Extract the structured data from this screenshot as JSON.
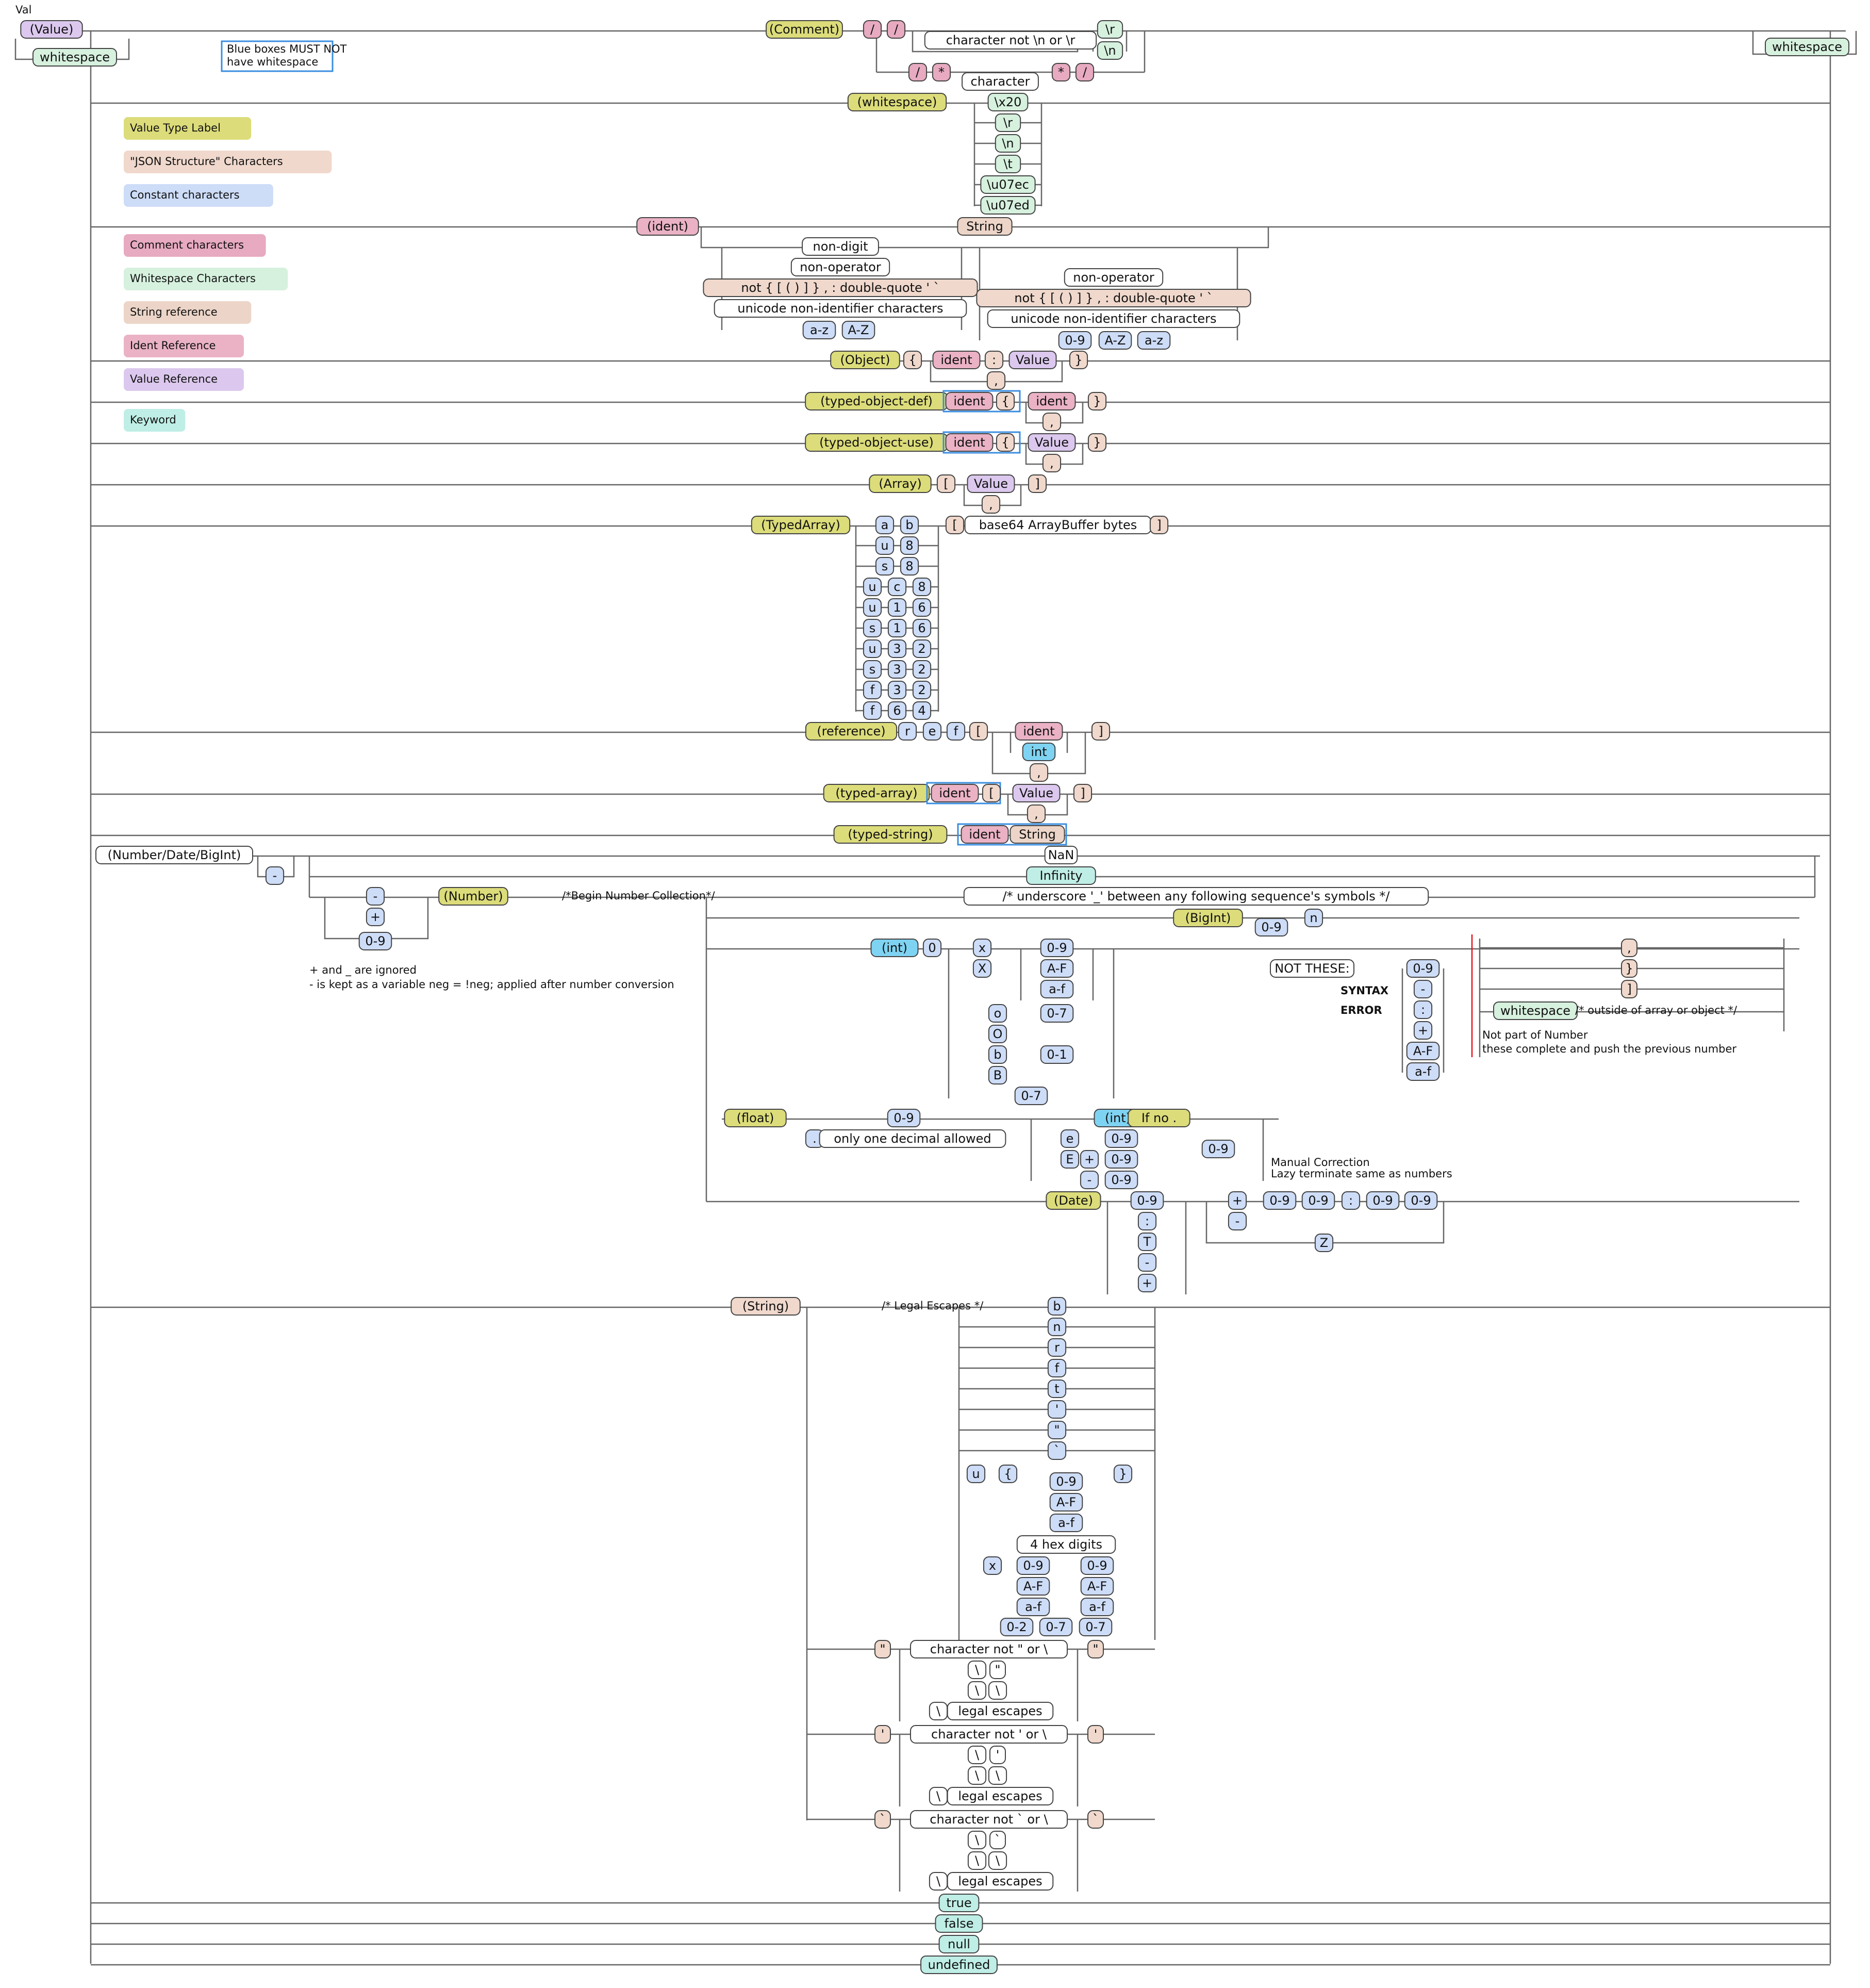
{
  "page_title": "Val",
  "note_blue_boxes": [
    "Blue boxes MUST NOT",
    "have whitespace"
  ],
  "colors": {
    "label": "#dcdc7a",
    "structure": "#f0d8cc",
    "constant": "#cddcf7",
    "comment": "#e7aac0",
    "whitespace": "#d6f1de",
    "string_ref": "#ecd5c8",
    "ident_ref": "#eab2c4",
    "value_ref": "#dcc8ee",
    "keyword": "#bfeee6",
    "plain": "#ffffff",
    "int": "#7fd3f2",
    "blue_outline": "#3a8ee0",
    "error": "#e0101a"
  },
  "legend": [
    {
      "label": "Value Type Label",
      "kind": "label"
    },
    {
      "label": "\"JSON Structure\" Characters",
      "kind": "structure"
    },
    {
      "label": "Constant characters",
      "kind": "constant"
    },
    {
      "label": "Comment characters",
      "kind": "comment"
    },
    {
      "label": "Whitespace Characters",
      "kind": "whitespace"
    },
    {
      "label": "String reference",
      "kind": "string_ref"
    },
    {
      "label": "Ident Reference",
      "kind": "ident_ref"
    },
    {
      "label": "Value Reference",
      "kind": "value_ref"
    },
    {
      "label": "Keyword",
      "kind": "keyword"
    }
  ],
  "header": {
    "value": "(Value)",
    "whitespace": "whitespace",
    "whitespace_right": "whitespace",
    "comment": "(Comment)",
    "slash": "/",
    "star": "*",
    "char_not_nl": "character not \\n or \\r",
    "cr": "\\r",
    "lf": "\\n",
    "character": "character"
  },
  "ws_section": {
    "label": "(whitespace)",
    "items": [
      "\\x20",
      "\\r",
      "\\n",
      "\\t",
      "\\u07ec",
      "\\u07ed"
    ]
  },
  "ident_section": {
    "label": "(ident)",
    "string": "String",
    "left": [
      "non-digit",
      "non-operator",
      "not { [ ( ) ] } , : double-quote ' `",
      "unicode non-identifier characters"
    ],
    "left_ranges": [
      "a-z",
      "A-Z"
    ],
    "right": [
      "non-operator",
      "not { [ ( ) ] } , : double-quote ' `",
      "unicode non-identifier characters"
    ],
    "right_ranges": [
      "0-9",
      "A-Z",
      "a-z"
    ]
  },
  "object": {
    "label": "(Object)",
    "open": "{",
    "ident": "ident",
    "colon": ":",
    "value": "Value",
    "close": "}",
    "comma": ","
  },
  "typed_object_def": {
    "label": "(typed-object-def)",
    "ident": "ident",
    "open": "{",
    "inner": "ident",
    "close": "}",
    "comma": ","
  },
  "typed_object_use": {
    "label": "(typed-object-use)",
    "ident": "ident",
    "open": "{",
    "inner": "Value",
    "close": "}",
    "comma": ","
  },
  "array": {
    "label": "(Array)",
    "open": "[",
    "value": "Value",
    "close": "]",
    "comma": ","
  },
  "typed_array": {
    "label": "(TypedArray)",
    "types": [
      [
        "a",
        "b"
      ],
      [
        "u",
        "8"
      ],
      [
        "s",
        "8"
      ],
      [
        "u",
        "c",
        "8"
      ],
      [
        "u",
        "1",
        "6"
      ],
      [
        "s",
        "1",
        "6"
      ],
      [
        "u",
        "3",
        "2"
      ],
      [
        "s",
        "3",
        "2"
      ],
      [
        "f",
        "3",
        "2"
      ],
      [
        "f",
        "6",
        "4"
      ]
    ],
    "open": "[",
    "bytes": "base64 ArrayBuffer bytes",
    "close": "]"
  },
  "reference": {
    "label": "(reference)",
    "chars": [
      "r",
      "e",
      "f"
    ],
    "open": "[",
    "ident": "ident",
    "int": "int",
    "comma": ",",
    "close": "]"
  },
  "typed_array2": {
    "label": "(typed-array)",
    "ident": "ident",
    "open": "[",
    "value": "Value",
    "close": "]",
    "comma": ","
  },
  "typed_string": {
    "label": "(typed-string)",
    "ident": "ident",
    "string": "String"
  },
  "number": {
    "label": "(Number/Date/BigInt)",
    "minus": "-",
    "plus": "+",
    "digits": "0-9",
    "nan": "NaN",
    "infinity": "Infinity",
    "number_label": "(Number)",
    "begin": "/*Begin Number Collection*/",
    "underscore": "/*  underscore '_' between any following sequence's symbols */",
    "bigint": "(BigInt)",
    "n": "n",
    "note_line1": "+ and _ are ignored",
    "note_line2": "- is kept as a variable neg = !neg; applied after number conversion",
    "int_label": "(int)",
    "zero": "0",
    "hex_prefix": [
      "x",
      "X"
    ],
    "hex_ranges": [
      "0-9",
      "A-F",
      "a-f"
    ],
    "oct_prefix": [
      "o",
      "O"
    ],
    "oct_range": "0-7",
    "bin_prefix": [
      "b",
      "B"
    ],
    "bin_range": "0-1",
    "octal_legacy": "0-7",
    "not_these": "NOT THESE:",
    "not_list": [
      "0-9",
      "-",
      ":",
      "+",
      "A-F",
      "a-f"
    ],
    "syntax_error": [
      "SYNTAX",
      "ERROR"
    ],
    "terminators": [
      ",",
      "}",
      "]"
    ],
    "terminator_ws": "whitespace",
    "terminator_comment": "/* outside of array or object */",
    "not_part": [
      "Not part of Number",
      "these complete and push the previous number"
    ],
    "float_label": "(float)",
    "decimal": ".",
    "decimal_note": "only one decimal allowed",
    "int_ref": "(int)",
    "if_no": "If no .",
    "exp": [
      "e",
      "E"
    ],
    "exp_sign": [
      "+",
      "-"
    ],
    "manual_note": [
      "Manual Correction",
      "Lazy terminate same as numbers"
    ],
    "date_label": "(Date)",
    "date_items": [
      "0-9",
      ":",
      "T",
      "-",
      "+"
    ],
    "tz_sign": [
      "+",
      "-"
    ],
    "tz_colon": ":",
    "zulu": "Z"
  },
  "string": {
    "label": "(String)",
    "escapes_comment": "/* Legal Escapes */",
    "escapes": [
      "b",
      "n",
      "r",
      "f",
      "t",
      "'",
      "\"",
      "`"
    ],
    "u": "u",
    "brace_open": "{",
    "brace_close": "}",
    "hex4": "4 hex digits",
    "x": "x",
    "hex_ranges": [
      "0-9",
      "A-F",
      "a-f"
    ],
    "octal": [
      "0-2",
      "0-7",
      "0-7"
    ],
    "quotes": [
      {
        "q": "\"",
        "not": "character not \" or \\"
      },
      {
        "q": "'",
        "not": "character not ' or \\"
      },
      {
        "q": "`",
        "not": "character not ` or \\"
      }
    ],
    "backslash": "\\",
    "legal": "legal escapes"
  },
  "keywords": [
    "true",
    "false",
    "null",
    "undefined"
  ]
}
